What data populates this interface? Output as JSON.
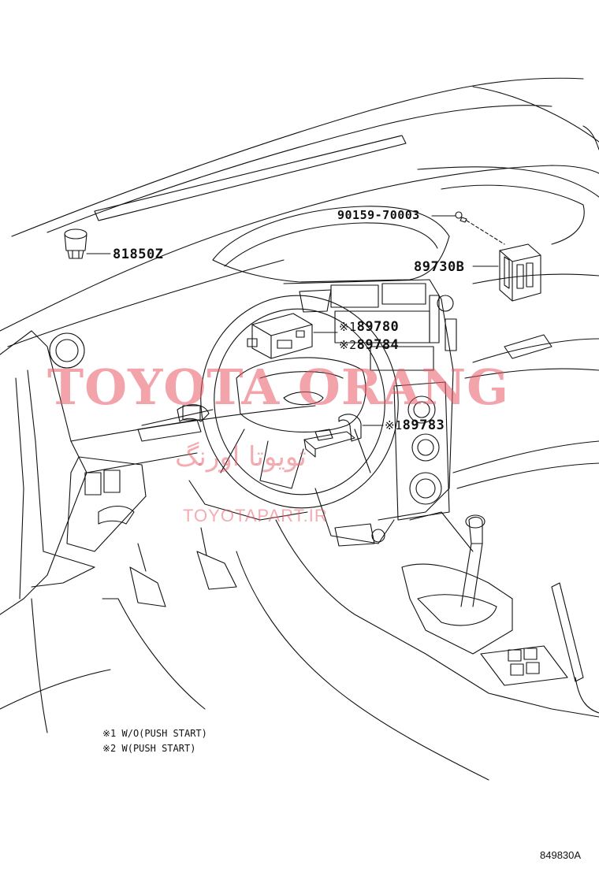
{
  "parts": {
    "p81850z": "81850Z",
    "p90159": "90159-70003",
    "p89730b": "89730B",
    "p89780": "89780",
    "p89784": "89784",
    "p89783": "89783"
  },
  "marks": {
    "m1": "※1",
    "m2": "※2"
  },
  "notes": {
    "n1": "※1 W/O(PUSH START)",
    "n2": "※2 W(PUSH START)"
  },
  "watermark": {
    "brand": "TOYOTA ORANG",
    "persian": "تویوتا اورنگ",
    "url": "TOYOTAPART.IR"
  },
  "figure_code": "849830A"
}
